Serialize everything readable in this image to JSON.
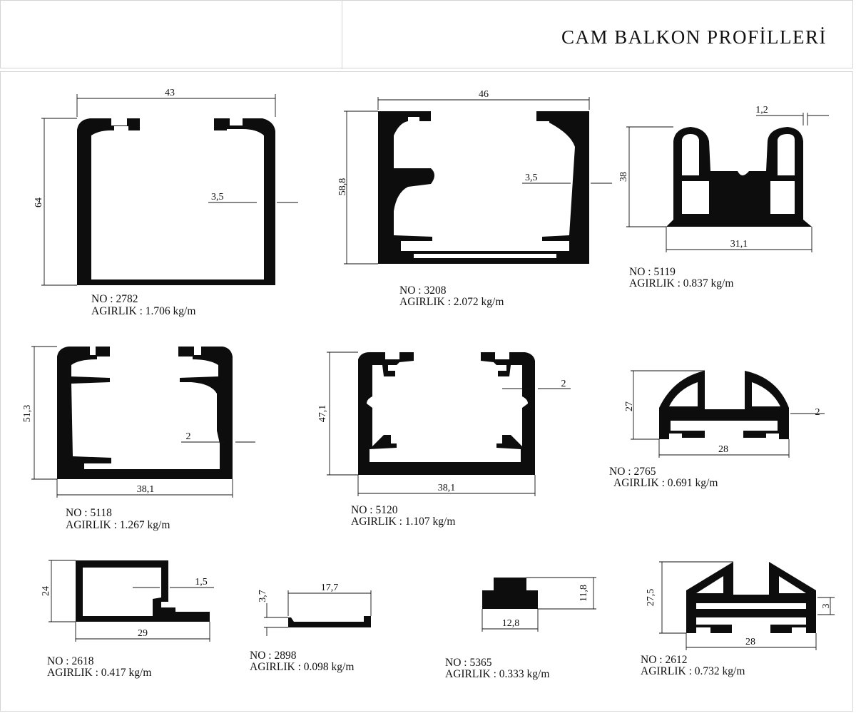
{
  "header": {
    "title": "CAM BALKON PROFİLLERİ"
  },
  "profiles": [
    {
      "no": "NO : 2782",
      "weight": "AGIRLIK : 1.706  kg/m",
      "dims": [
        "43",
        "64",
        "3,5"
      ]
    },
    {
      "no": "NO : 3208",
      "weight": "AGIRLIK : 2.072  kg/m",
      "dims": [
        "46",
        "58,8",
        "3,5"
      ]
    },
    {
      "no": "NO : 5119",
      "weight": "AGIRLIK : 0.837  kg/m",
      "dims": [
        "1,2",
        "38",
        "31,1"
      ]
    },
    {
      "no": "NO : 5118",
      "weight": "AGIRLIK : 1.267  kg/m",
      "dims": [
        "51,3",
        "2",
        "38,1"
      ]
    },
    {
      "no": "NO : 5120",
      "weight": "AGIRLIK : 1.107  kg/m",
      "dims": [
        "47,1",
        "2",
        "38,1"
      ]
    },
    {
      "no": "NO : 2765",
      "weight": "AGIRLIK : 0.691  kg/m",
      "dims": [
        "27",
        "2",
        "28"
      ]
    },
    {
      "no": "NO : 2618",
      "weight": "AGIRLIK : 0.417 kg/m",
      "dims": [
        "24",
        "1,5",
        "29"
      ]
    },
    {
      "no": "NO : 2898",
      "weight": "AGIRLIK : 0.098  kg/m",
      "dims": [
        "3,7",
        "17,7"
      ]
    },
    {
      "no": "NO : 5365",
      "weight": "AGIRLIK : 0.333  kg/m",
      "dims": [
        "11,8",
        "12,8"
      ]
    },
    {
      "no": "NO : 2612",
      "weight": "AGIRLIK : 0.732  kg/m",
      "dims": [
        "27,5",
        "3",
        "28"
      ]
    }
  ]
}
